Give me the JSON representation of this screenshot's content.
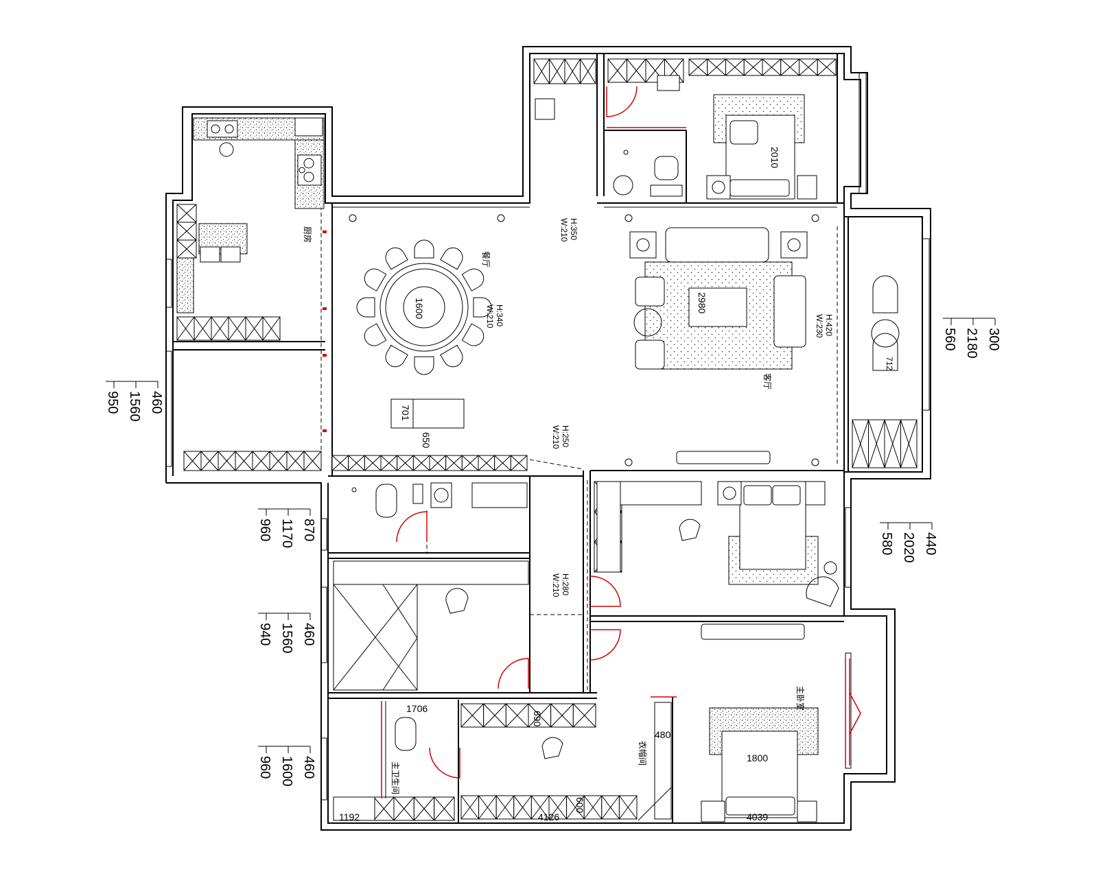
{
  "rooms": {
    "kitchen": "厨房",
    "dining": "餐厅",
    "living": "客厅",
    "master_bedroom": "主卧室",
    "master_bath": "主卫生间",
    "walk_in_closet": "衣帽间"
  },
  "openings": {
    "north": "H:350\nW:210",
    "dining": "H:340\nW:210",
    "living": "H:420\nW:230",
    "hall": "H:250\nW:210",
    "corridor": "H:280\nW:210"
  },
  "measurements": {
    "dining_table": "1600",
    "rug": "2980",
    "bed_top": "2010",
    "stair_701": "701",
    "stair_650": "650",
    "vanity_1706": "1706",
    "closet_690": "690",
    "closet_480": "480",
    "bed_1800": "1800",
    "bath_1192": "1192",
    "wall_4126": "4126",
    "wall_600": "600",
    "wall_4039": "4039",
    "balcony_table": "712"
  },
  "windows": {
    "w_left": [
      "460",
      "1560",
      "950"
    ],
    "w_right_top": [
      "300",
      "2180",
      "560"
    ],
    "w_mid_upper": [
      "870",
      "1170",
      "960"
    ],
    "w_right_mid": [
      "440",
      "2020",
      "580"
    ],
    "w_mid_lower": [
      "460",
      "1560",
      "940"
    ],
    "w_bottom": [
      "460",
      "1600",
      "960"
    ]
  },
  "colors": {
    "line": "#000000",
    "door": "#d40000",
    "background": "#ffffff"
  }
}
